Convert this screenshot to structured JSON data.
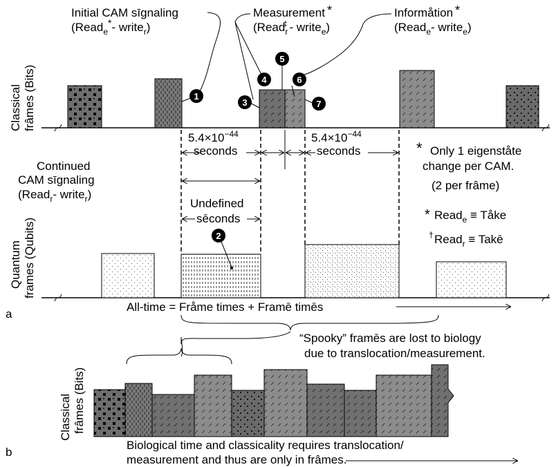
{
  "panel_a": {
    "letter": "a",
    "classical_axis": {
      "line1": "Classical",
      "line2": "frâmes (Bits)"
    },
    "quantum_axis": {
      "line1": "Quantum",
      "line2": "frames (Qubits)"
    },
    "initial_cam": {
      "line1": "Initial CAM sīgnaling",
      "line2_pre": "(Read",
      "sub1": "e",
      "sup1": "*",
      "mid": "- write",
      "sub2": "r",
      "end": ")"
    },
    "measurement": {
      "line1": "Measurement",
      "star": "*",
      "line2_pre": "(Read",
      "sub1": "r",
      "sup1": "‡",
      "mid": "- write",
      "sub2": "e",
      "end": ")"
    },
    "information": {
      "line1": "Informåtion",
      "star": "*",
      "line2_pre": "(Read",
      "sub1": "e",
      "mid": "- write",
      "sub2": "e",
      "end": ")"
    },
    "interval_left": {
      "value": "5.4×10",
      "exp": "−44",
      "unit": "seconds"
    },
    "interval_right": {
      "value": "5.4×10",
      "exp": "−44",
      "unit": "seconds"
    },
    "continued_cam": {
      "line1": "Continued",
      "line2": "CAM sīgnaling",
      "line3_pre": "(Read",
      "sub1": "r",
      "mid": "- write",
      "sub2": "r",
      "end": ")"
    },
    "undefined": {
      "line1": "Undefined",
      "line2": "sēconds"
    },
    "note_star": {
      "star": "*",
      "line1": "Only 1 eigenståte",
      "line2": "change per CAM.",
      "line3": "(2 per frâme)"
    },
    "def_take1": {
      "sym": "*",
      "pre": "Read",
      "sub": "e",
      "post": " ≡ Tåke"
    },
    "def_take2": {
      "sym": "†",
      "pre": "Read",
      "sub": "r",
      "post": " ≡ Takē"
    },
    "alltime": "All-time = Fråme times + Framē timēs",
    "markers": [
      "1",
      "2",
      "3",
      "4",
      "5",
      "6",
      "7"
    ]
  },
  "spooky": {
    "line1": "“Spooky” framēs are lost to biology",
    "line2": "due to translocation/measurement."
  },
  "panel_b": {
    "letter": "b",
    "classical_axis": {
      "line1": "Classical",
      "line2": "frâmes (Bits)"
    },
    "caption_line1": "Biological time and classicality requires translocation/",
    "caption_line2": "measurement and thus are only in frâmes."
  }
}
